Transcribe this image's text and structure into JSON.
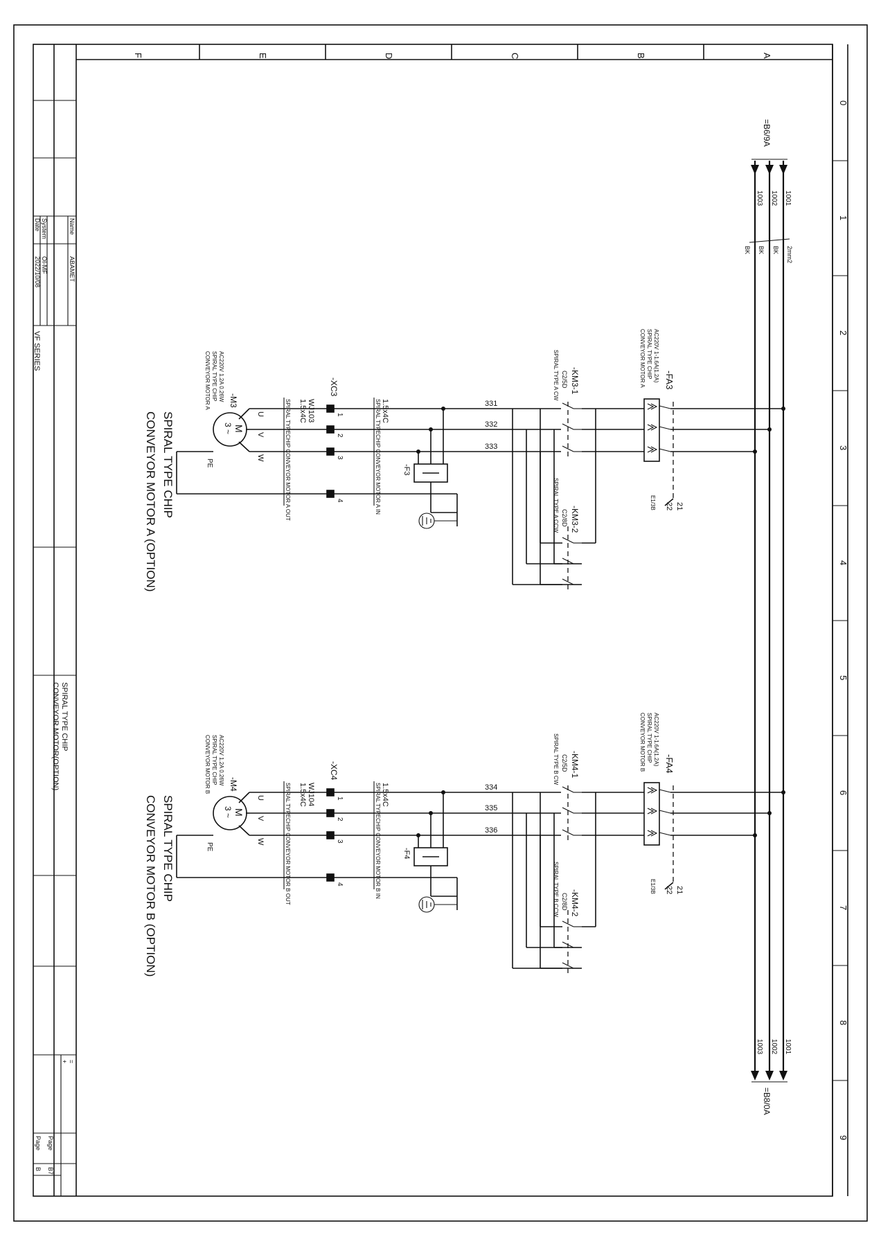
{
  "sheet": {
    "columns": [
      "F",
      "E",
      "D",
      "C",
      "B",
      "A"
    ],
    "rows": [
      "0",
      "1",
      "2",
      "3",
      "4",
      "5",
      "6",
      "7",
      "8",
      "9"
    ],
    "incoming_ref": "=B6/9A",
    "outgoing_ref": "=B8/0A",
    "bus_wires": [
      "1001",
      "1002",
      "1003"
    ],
    "bus_color": "BK",
    "bus_section": "2mm2"
  },
  "title_block": {
    "name_label": "Name",
    "name_value": "ABAMET",
    "system_label": "System",
    "system_value": "OI-MF",
    "date_label": "Date",
    "date_value": "2022/10/08",
    "series": "VF SERIES",
    "drawing_title_line1": "SPIRAL TYPE CHIP",
    "drawing_title_line2": "CONVEYOR MOTOR(OPTION)",
    "page_label_1": "Page",
    "page_value_1": "B7",
    "page_label_2": "Page",
    "page_value_2": "B",
    "sym_eq": "=",
    "sym_plus": "+"
  },
  "circuits": [
    {
      "title_line1": "SPIRAL TYPE CHIP",
      "title_line2": "CONVEYOR MOTOR A  (OPTION)",
      "breaker": {
        "tag": "-FA3",
        "desc1": "AC220V 1-1.6A(1.2A)",
        "desc2": "SPIRAL TYPE CHIP",
        "desc3": "CONVEYOR MOTOR A",
        "aux_ref": "E1/3B",
        "aux1": "21",
        "aux2": "22"
      },
      "contactor_cw": {
        "tag": "-KM3-1",
        "model": "C2/5D",
        "desc": "SPIRAL TYPE A CW"
      },
      "contactor_ccw": {
        "tag": "-KM3-2",
        "model": "C2/8D",
        "desc": "SPIRAL TYPE A CCW"
      },
      "wires": [
        "331",
        "332",
        "333"
      ],
      "cable_in": {
        "size": "1.5x4C",
        "desc": "SPIRAL TYPECHIP CONVEYOR MOTOR A IN"
      },
      "filter_tag": "-F3",
      "terminal": {
        "tag": "-XC3",
        "numbers": [
          "1",
          "2",
          "3",
          "4"
        ]
      },
      "cable_out": {
        "id": "WJ103",
        "size": "1.5x4C",
        "desc": "SPIRAL TYPECHIP CONVEYOR MOTOR A OUT"
      },
      "motor": {
        "tag": "-M3",
        "desc1": "AC220V 1.2A 0.26W",
        "desc2": "SPIRAL TYPE CHIP",
        "desc3": "CONVEYOR MOTOR A",
        "symbol_top": "M",
        "symbol_bottom": "3 ~",
        "phases": [
          "U",
          "V",
          "W"
        ],
        "pe": "PE"
      }
    },
    {
      "title_line1": "SPIRAL TYPE CHIP",
      "title_line2": "CONVEYOR MOTOR B  (OPTION)",
      "breaker": {
        "tag": "-FA4",
        "desc1": "AC220V 1-1.6A(1.2A)",
        "desc2": "SPIRAL TYPE CHIP",
        "desc3": "CONVEYOR MOTOR B",
        "aux_ref": "E1/3B",
        "aux1": "21",
        "aux2": "22"
      },
      "contactor_cw": {
        "tag": "-KM4-1",
        "model": "C2/5D",
        "desc": "SPIRAL TYPE B CW"
      },
      "contactor_ccw": {
        "tag": "-KM4-2",
        "model": "C2/8D",
        "desc": "SPIRAL TYPE B CCW"
      },
      "wires": [
        "334",
        "335",
        "336"
      ],
      "cable_in": {
        "size": "1.5x4C",
        "desc": "SPIRAL TYPECHIP CONVEYOR MOTOR B IN"
      },
      "filter_tag": "-F4",
      "terminal": {
        "tag": "-XC4",
        "numbers": [
          "1",
          "2",
          "3",
          "4"
        ]
      },
      "cable_out": {
        "id": "WJ104",
        "size": "1.5x4C",
        "desc": "SPIRAL TYPECHIP CONVEYOR MOTOR B OUT"
      },
      "motor": {
        "tag": "-M4",
        "desc1": "AC220V 1.2A 0.26W",
        "desc2": "SPIRAL TYPE CHIP",
        "desc3": "CONVEYOR MOTOR B",
        "symbol_top": "M",
        "symbol_bottom": "3 ~",
        "phases": [
          "U",
          "V",
          "W"
        ],
        "pe": "PE"
      }
    }
  ]
}
